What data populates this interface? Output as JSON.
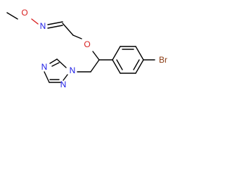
{
  "atoms": {
    "methoxy_oxygen": "O",
    "oxime_nitrogen": "N",
    "ether_oxygen": "O",
    "bromine": "Br",
    "triazole_n1": "N",
    "triazole_n2": "N",
    "triazole_n4": "N"
  },
  "colors": {
    "bond": "#000000",
    "oxygen": "#d81f1f",
    "nitrogen": "#1a1ae6",
    "bromine": "#8a3b12",
    "background": "#ffffff"
  }
}
